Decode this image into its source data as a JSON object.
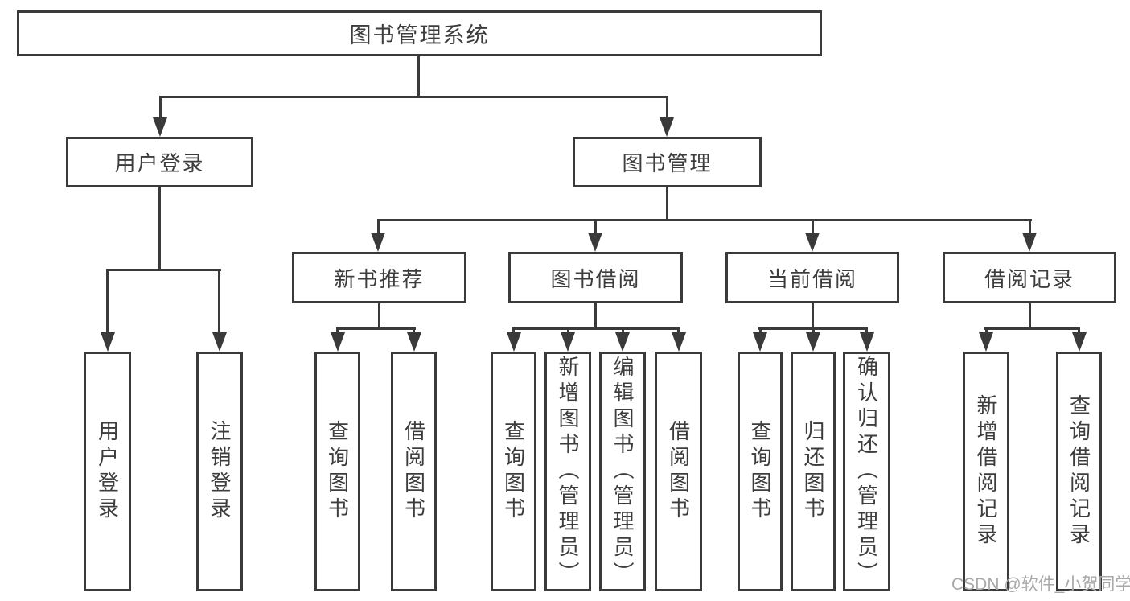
{
  "root": {
    "label": "图书管理系统"
  },
  "branches": [
    {
      "label": "用户登录",
      "children": [
        {
          "label": "用户登录"
        },
        {
          "label": "注销登录"
        }
      ]
    },
    {
      "label": "图书管理",
      "children": [
        {
          "label": "新书推荐",
          "children": [
            {
              "label": "查询图书"
            },
            {
              "label": "借阅图书"
            }
          ]
        },
        {
          "label": "图书借阅",
          "children": [
            {
              "label": "查询图书"
            },
            {
              "label": "新增图书（管理员）"
            },
            {
              "label": "编辑图书（管理员）"
            },
            {
              "label": "借阅图书"
            }
          ]
        },
        {
          "label": "当前借阅",
          "children": [
            {
              "label": "查询图书"
            },
            {
              "label": "归还图书"
            },
            {
              "label": "确认归还（管理员）"
            }
          ]
        },
        {
          "label": "借阅记录",
          "children": [
            {
              "label": "新增借阅记录"
            },
            {
              "label": "查询借阅记录"
            }
          ]
        }
      ]
    }
  ],
  "watermark": {
    "text": "CSDN @软件_小贺同学"
  },
  "colors": {
    "line": "#3a3a3a",
    "text": "#3d3d3d",
    "watermark": "#a8a8a8",
    "background": "#ffffff"
  }
}
